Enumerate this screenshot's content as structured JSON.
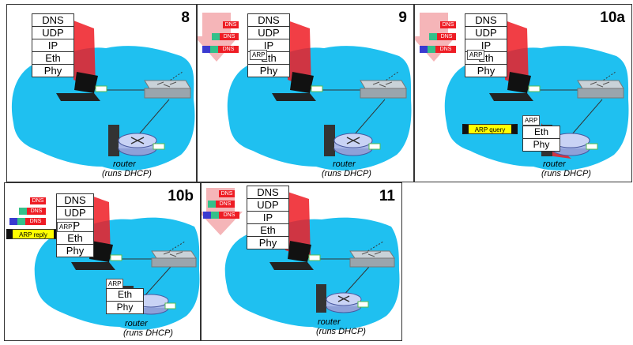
{
  "layers": [
    "DNS",
    "UDP",
    "IP",
    "Eth",
    "Phy"
  ],
  "router_layers": [
    "Eth",
    "Phy"
  ],
  "arp_label": "ARP",
  "router_caption_1": "router",
  "router_caption_2": "(runs DHCP)",
  "dns_label": "DNS",
  "arp_query": "ARP query",
  "arp_reply": "ARP reply",
  "panels": [
    {
      "id": "p8",
      "number": "8"
    },
    {
      "id": "p9",
      "number": "9"
    },
    {
      "id": "p10a",
      "number": "10a"
    },
    {
      "id": "p10b",
      "number": "10b"
    },
    {
      "id": "p11",
      "number": "11"
    }
  ],
  "colors": {
    "network": "#1fc0f0",
    "arrow": "#ee1c24",
    "dns_red": "#ee1c24",
    "udp_green": "#33c08a",
    "ip_blue": "#3a3ad0",
    "arp_yellow": "#ffff00"
  }
}
